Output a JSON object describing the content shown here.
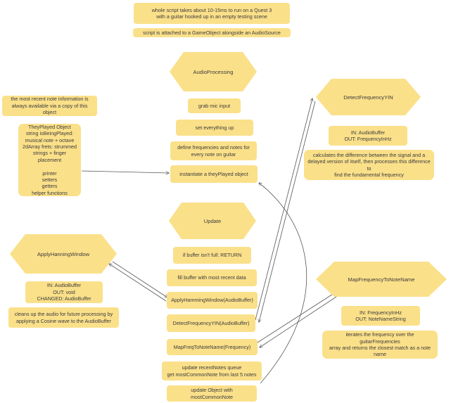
{
  "colors": {
    "note_fill": "#fbe08a",
    "text": "#3b3b3b",
    "arrow": "#555555"
  },
  "notes": {
    "runtime": "whole script takes about 10-15ms to run on a Quest 3\nwith a guitar hooked up in an empty testing scene",
    "attached": "script is attached to a GameObject alongside an AudioSource",
    "recent_note_info": "the most recent note information is\nalways available via a copy of this object"
  },
  "they_played": "TheyPlayed Object\nstring isBeingPlayed:\nmusical note + octave\n2dArray frets: strummed\nstrings + finger placement\n\nprinter\nsetters\ngetters\nhelper functions",
  "audio_processing": {
    "title": "AudioProcessing",
    "steps": [
      "grab mic input",
      "set everything up",
      "define frequencies and notes for\nevery note on guitar",
      "instantiate a theyPlayed object"
    ]
  },
  "update": {
    "title": "Update",
    "steps": [
      "if buffer isn't full: RETURN",
      "fill buffer with most recent data",
      "ApplyHammingWindow(AudioBuffer)",
      "DetectFrequencyYIN(AudioBuffer)",
      "MapFreqToNoteName(Frequency)",
      "update recentNotes queue\nget mostCommonNote from last 5 notes",
      "update Object with mostCommonNote"
    ]
  },
  "hanning": {
    "title": "ApplyHanningWindow",
    "io": "IN: AudioBuffer\nOUT: void\nCHANGED: AudioBuffer",
    "desc": "cleans up the audio for future processing by\napplying a Cosine wave to the AudioBuffer"
  },
  "yin": {
    "title": "DetectFrequencyYIN",
    "io": "IN: AudioBuffer\nOUT: FrequencyInHz",
    "desc": "calculates the difference between the signal and a\ndelayed version of itself, then processes this difference to\nfind the fundamental frequency"
  },
  "map_freq": {
    "title": "MapFrequencyToNoteName",
    "io": "IN: FrequencyInHz\nOUT: NoteNameString",
    "desc": "iterates the frequency over the guitarFrequencies\narray and returns the closest match as a note name"
  }
}
